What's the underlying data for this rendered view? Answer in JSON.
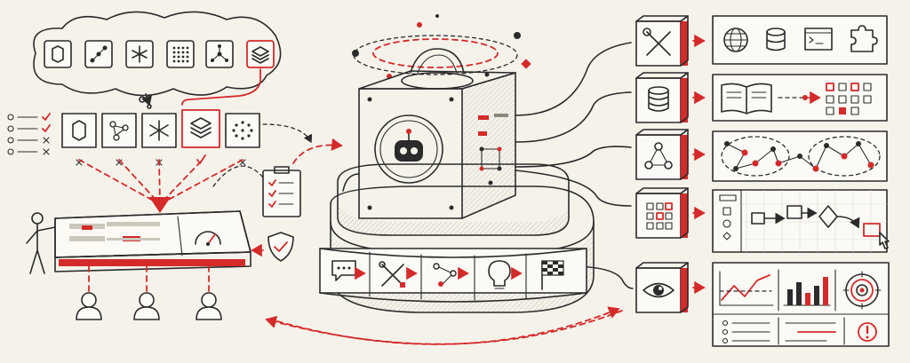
{
  "colors": {
    "background": "#f5f2ea",
    "ink": "#2b2b2b",
    "accent": "#d42a2a"
  },
  "idea_cloud": {
    "icons": [
      "hexagon-icon",
      "connected-nodes-icon",
      "asterisk-icon",
      "dot-grid-icon",
      "branch-icon",
      "layers-icon"
    ],
    "selected_index": 5
  },
  "options_row": {
    "icons": [
      "hexagon-icon",
      "graph-icon",
      "asterisk-icon",
      "layers-icon",
      "dot-circle-icon"
    ],
    "selected_index": 3
  },
  "checklist": {
    "states": [
      "check",
      "check",
      "cross",
      "cross"
    ]
  },
  "central_engine": {
    "icon": "robot-icon"
  },
  "pipeline_steps": [
    "chat-icon",
    "tools-icon",
    "flow-icon",
    "lightbulb-icon",
    "finish-flag-icon"
  ],
  "capability_cubes": [
    "tools-icon",
    "database-icon",
    "network-icon",
    "checklist-grid-icon",
    "eye-icon"
  ],
  "capability_panels": [
    [
      "globe-icon",
      "database-icon",
      "terminal-icon",
      "puzzle-icon"
    ],
    [
      "open-book-icon",
      "document-grid-icon"
    ],
    [
      "knowledge-graph-icon"
    ],
    [
      "workflow-icon",
      "cursor-click-icon"
    ],
    [
      "line-chart-icon",
      "bar-chart-icon",
      "target-icon",
      "alert-icon"
    ]
  ],
  "left_console": {
    "users_count": 3,
    "gauge_icon": "gauge-icon"
  }
}
